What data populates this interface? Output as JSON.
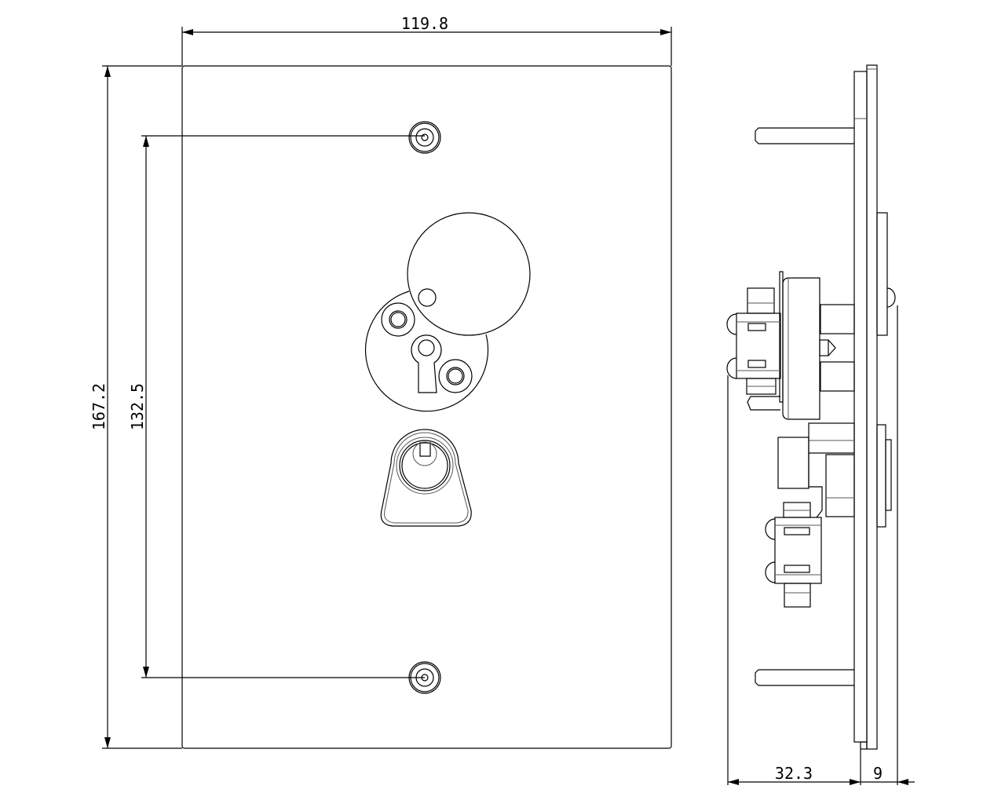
{
  "drawing": {
    "dimensions": {
      "width": "119.8",
      "height": "167.2",
      "screw_spacing": "132.5",
      "depth_rear": "32.3",
      "depth_front": "9"
    },
    "colors": {
      "line": "#000000",
      "background": "#ffffff"
    }
  }
}
